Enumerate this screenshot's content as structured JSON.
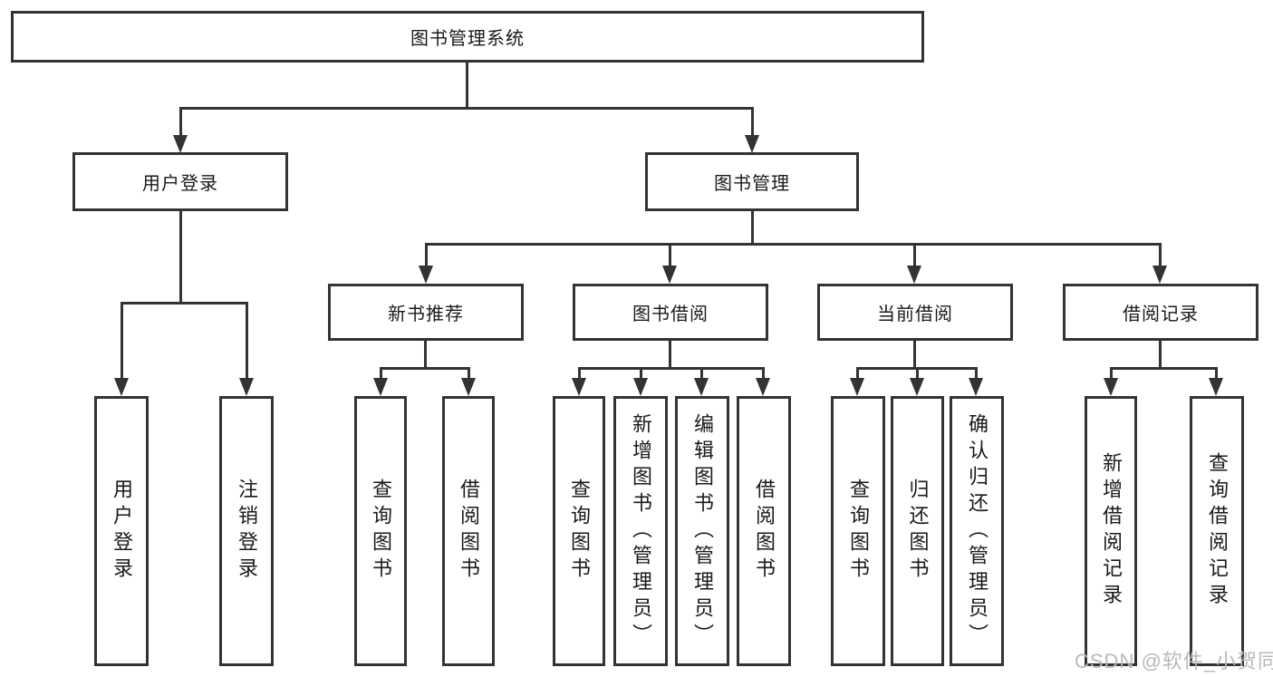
{
  "diagram": {
    "root": {
      "label": "图书管理系统"
    },
    "user_branch": {
      "label": "用户登录",
      "children": [
        {
          "label": "用户登录"
        },
        {
          "label": "注销登录"
        }
      ]
    },
    "book_branch": {
      "label": "图书管理",
      "groups": [
        {
          "label": "新书推荐",
          "children": [
            {
              "label": "查询图书"
            },
            {
              "label": "借阅图书"
            }
          ]
        },
        {
          "label": "图书借阅",
          "children": [
            {
              "label": "查询图书"
            },
            {
              "label": "新增图书（管理员）"
            },
            {
              "label": "编辑图书（管理员）"
            },
            {
              "label": "借阅图书"
            }
          ]
        },
        {
          "label": "当前借阅",
          "children": [
            {
              "label": "查询图书"
            },
            {
              "label": "归还图书"
            },
            {
              "label": "确认归还（管理员）"
            }
          ]
        },
        {
          "label": "借阅记录",
          "children": [
            {
              "label": "新增借阅记录"
            },
            {
              "label": "查询借阅记录"
            }
          ]
        }
      ]
    }
  },
  "watermark": {
    "text": "CSDN @软件_小贺同学"
  },
  "colors": {
    "line": "#333333",
    "text": "#1a1a1a",
    "watermark": "#b9b9b9",
    "background": "#ffffff"
  }
}
